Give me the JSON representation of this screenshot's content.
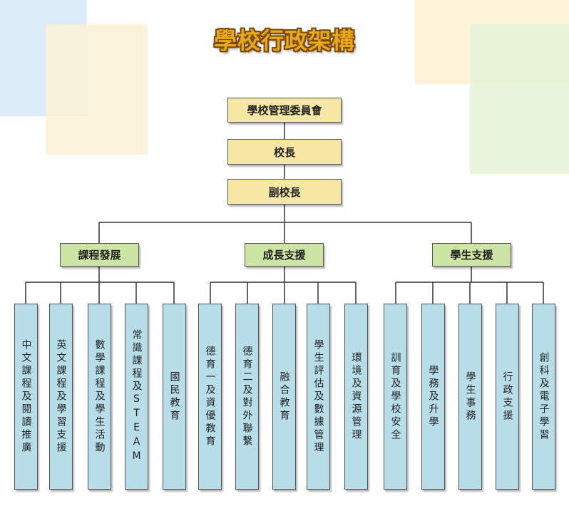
{
  "title": "學校行政架構",
  "top_boxes": [
    "學校管理委員會",
    "校長",
    "副校長"
  ],
  "groups": [
    {
      "name": "課程發展",
      "items": [
        "中文課程及閱讀推廣",
        "英文課程及學習支援",
        "數學課程及學生活動",
        "常識課程及STEAM",
        "國民教育"
      ]
    },
    {
      "name": "成長支援",
      "items": [
        "德育一及資優教育",
        "德育二及對外聯繫",
        "融合教育",
        "學生評估及數據管理",
        "環境及資源管理"
      ]
    },
    {
      "name": "學生支援",
      "items": [
        "訓育及學校安全",
        "學務及升學",
        "學生事務",
        "行政支援",
        "創科及電子學習"
      ]
    }
  ],
  "colors": {
    "top_box": "#f7e7a4",
    "group_box": "#cde5a4",
    "leaf_box": "#b7dde8",
    "title_fill": "#e8a818"
  }
}
